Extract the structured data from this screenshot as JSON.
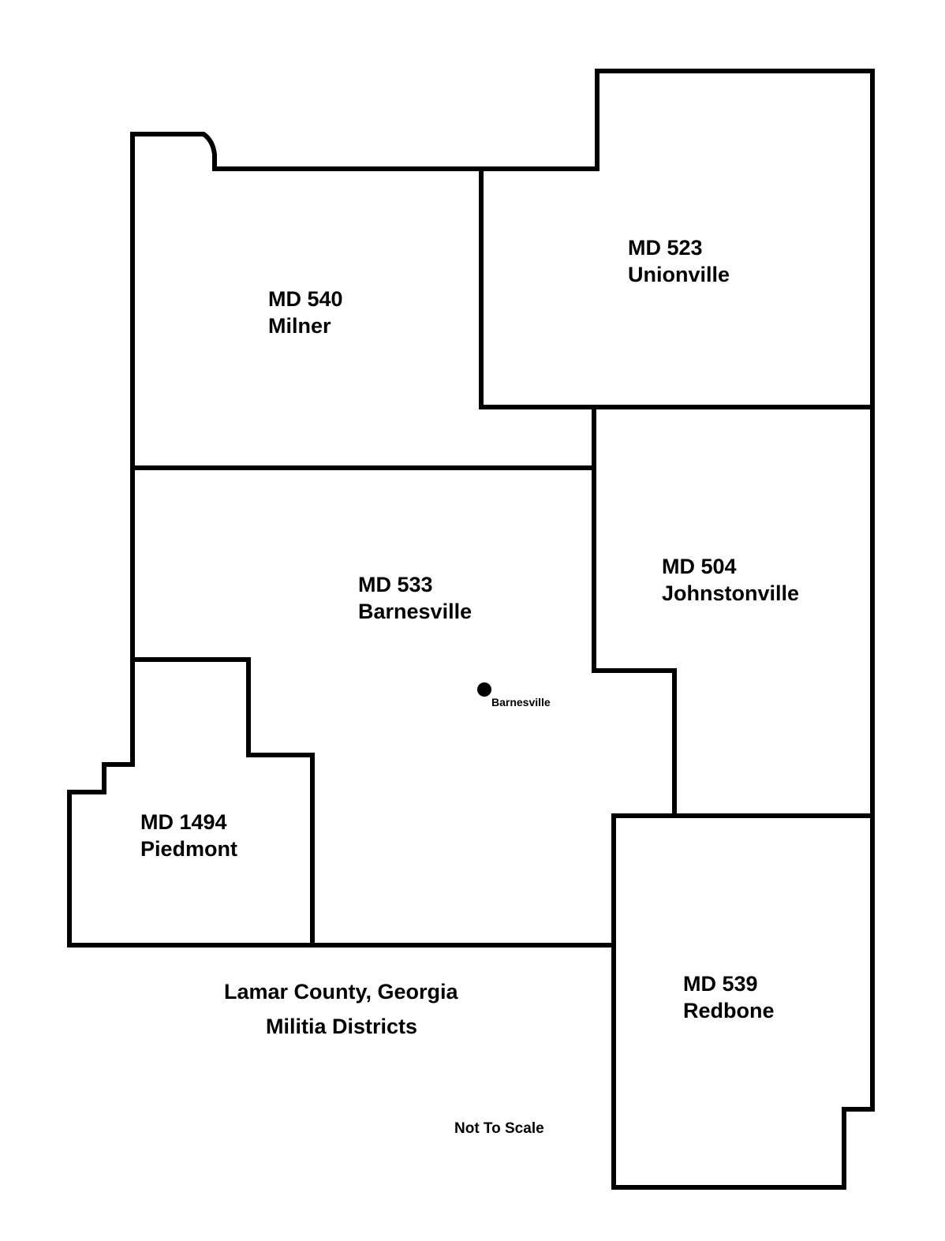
{
  "title": {
    "line1": "Lamar County, Georgia",
    "line2": "Militia Districts"
  },
  "note": "Not To Scale",
  "city": {
    "name": "Barnesville",
    "marker": "filled-circle"
  },
  "districts": [
    {
      "code": "MD 540",
      "name": "Milner"
    },
    {
      "code": "MD 523",
      "name": "Unionville"
    },
    {
      "code": "MD 533",
      "name": "Barnesville"
    },
    {
      "code": "MD 504",
      "name": "Johnstonville"
    },
    {
      "code": "MD 1494",
      "name": "Piedmont"
    },
    {
      "code": "MD 539",
      "name": "Redbone"
    }
  ],
  "colors": {
    "border": "#000000",
    "background": "#ffffff"
  }
}
